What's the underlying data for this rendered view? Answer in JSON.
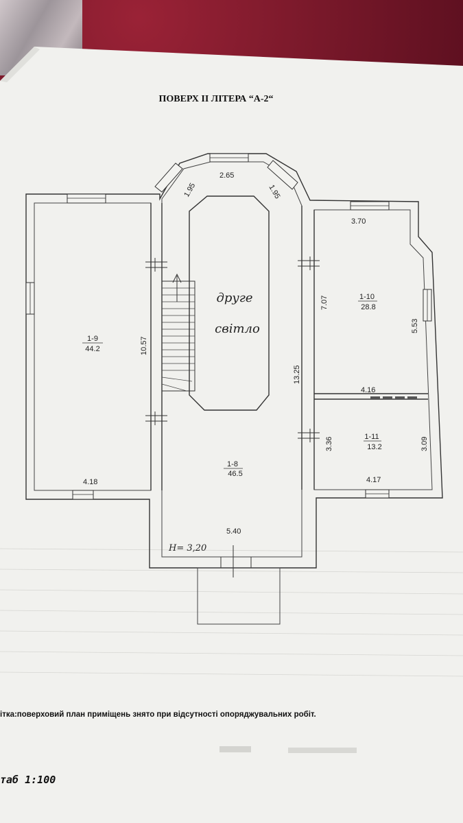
{
  "plan": {
    "title": "ПОВЕРХ  ІІ   ЛІТЕРА “А-2“",
    "rooms": {
      "r9": {
        "id": "1-9",
        "area": "44.2"
      },
      "r10": {
        "id": "1-10",
        "area": "28.8"
      },
      "r11": {
        "id": "1-11",
        "area": "13.2"
      },
      "r8": {
        "id": "1-8",
        "area": "46.5"
      }
    },
    "void": {
      "line1": "друге",
      "line2": "світло"
    },
    "dims": {
      "bay_left": "1.95",
      "bay_top": "2.65",
      "bay_right": "1.95",
      "r10_top": "3.70",
      "r10_left": "7.07",
      "r10_right": "5.53",
      "r10_bottom": "4.16",
      "r9_height": "10.57",
      "r9_width": "4.18",
      "hall_height": "13.25",
      "r11_left": "3.36",
      "r11_right": "3.09",
      "r11_width": "4.17",
      "hall_width": "5.40"
    },
    "ceiling": "H= 3,20",
    "note": "ітка:поверховий план приміщень знято при відсутності опоряджувальних робіт.",
    "scale": "таб 1:100"
  }
}
